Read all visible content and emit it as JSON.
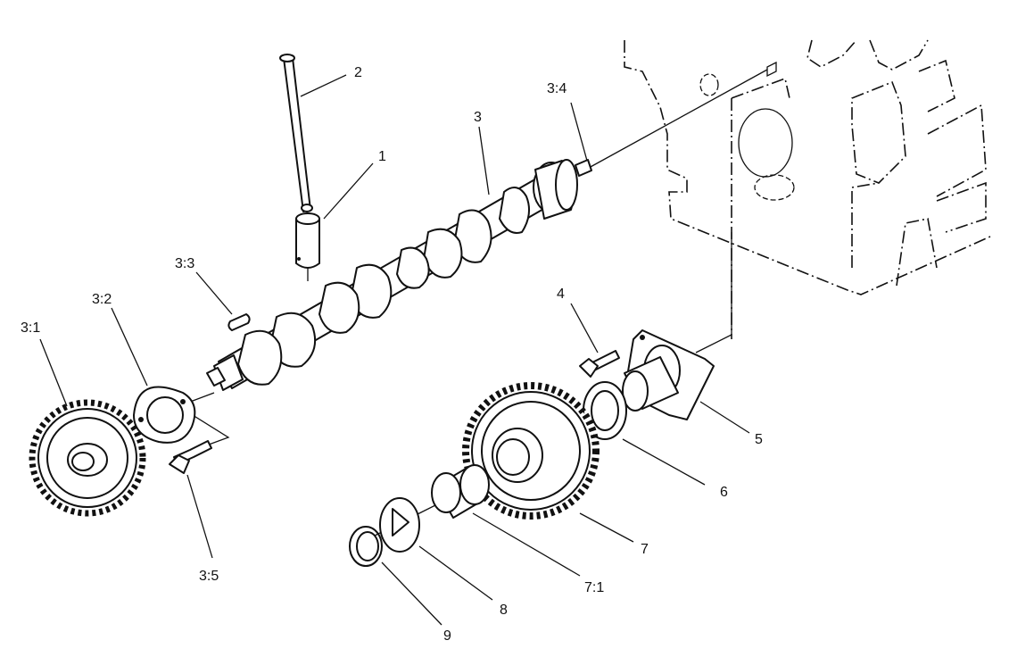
{
  "callouts": [
    {
      "id": "c1",
      "text": "1"
    },
    {
      "id": "c2",
      "text": "2"
    },
    {
      "id": "c3",
      "text": "3"
    },
    {
      "id": "c3_1",
      "text": "3:1"
    },
    {
      "id": "c3_2",
      "text": "3:2"
    },
    {
      "id": "c3_3",
      "text": "3:3"
    },
    {
      "id": "c3_4",
      "text": "3:4"
    },
    {
      "id": "c3_5",
      "text": "3:5"
    },
    {
      "id": "c4",
      "text": "4"
    },
    {
      "id": "c5",
      "text": "5"
    },
    {
      "id": "c6",
      "text": "6"
    },
    {
      "id": "c7",
      "text": "7"
    },
    {
      "id": "c7_1",
      "text": "7:1"
    },
    {
      "id": "c8",
      "text": "8"
    },
    {
      "id": "c9",
      "text": "9"
    }
  ]
}
